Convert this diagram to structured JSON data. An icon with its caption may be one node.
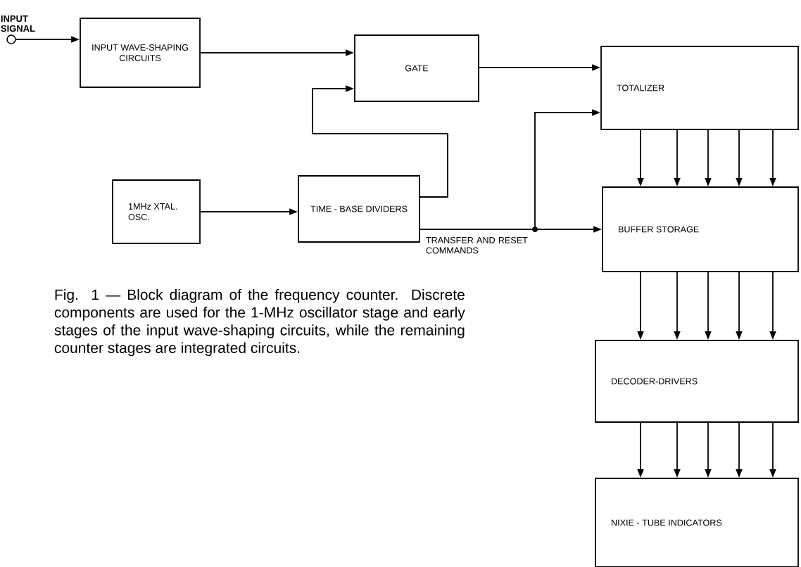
{
  "diagram": {
    "caption": "Fig. 1 — Block diagram of the frequency counter. Discrete components are used for the 1-MHz oscillator stage and early stages of the input wave-shaping circuits, while the remaining counter stages are integrated circuits.",
    "nodes": [
      {
        "text": [],
        "shape": "circle",
        "beside": [
          "INPUT SIGNAL"
        ]
      },
      {
        "text": [
          "INPUT WAVE-SHAPING CIRCUITS"
        ]
      },
      {
        "text": [
          "GATE"
        ]
      },
      {
        "text": [
          "TOTALIZER"
        ]
      },
      {
        "text": [
          "1MHz XTAL. OSC."
        ]
      },
      {
        "text": [
          "TIME - BASE DIVIDERS"
        ]
      },
      {
        "text": [
          "BUFFER STORAGE"
        ]
      },
      {
        "text": [
          "DECODER-DRIVERS"
        ]
      },
      {
        "text": [
          "NIXIE - TUBE INDICATORS"
        ]
      }
    ],
    "edges": [
      {
        "from": 0,
        "to": 1,
        "arrow": "to"
      },
      {
        "from": 1,
        "to": 2,
        "arrow": "to"
      },
      {
        "from": 4,
        "to": 5,
        "arrow": "to"
      },
      {
        "from": 5,
        "to": 2,
        "arrow": "to"
      },
      {
        "from": 2,
        "to": 3,
        "arrow": "to"
      },
      {
        "from": 5,
        "to": 6,
        "arrow": "to",
        "label": "TRANSFER AND RESET COMMANDS"
      },
      {
        "from": 5,
        "to": 3,
        "arrow": "to"
      },
      {
        "from": 3,
        "to": 6,
        "arrow": "to"
      },
      {
        "from": 3,
        "to": 6,
        "arrow": "to"
      },
      {
        "from": 3,
        "to": 6,
        "arrow": "to"
      },
      {
        "from": 3,
        "to": 6,
        "arrow": "to"
      },
      {
        "from": 3,
        "to": 6,
        "arrow": "to"
      },
      {
        "from": 6,
        "to": 7,
        "arrow": "to"
      },
      {
        "from": 6,
        "to": 7,
        "arrow": "to"
      },
      {
        "from": 6,
        "to": 7,
        "arrow": "to"
      },
      {
        "from": 6,
        "to": 7,
        "arrow": "to"
      },
      {
        "from": 6,
        "to": 7,
        "arrow": "to"
      },
      {
        "from": 7,
        "to": 8,
        "arrow": "to"
      },
      {
        "from": 7,
        "to": 8,
        "arrow": "to"
      },
      {
        "from": 7,
        "to": 8,
        "arrow": "to"
      },
      {
        "from": 7,
        "to": 8,
        "arrow": "to"
      },
      {
        "from": 7,
        "to": 8,
        "arrow": "to"
      }
    ]
  }
}
